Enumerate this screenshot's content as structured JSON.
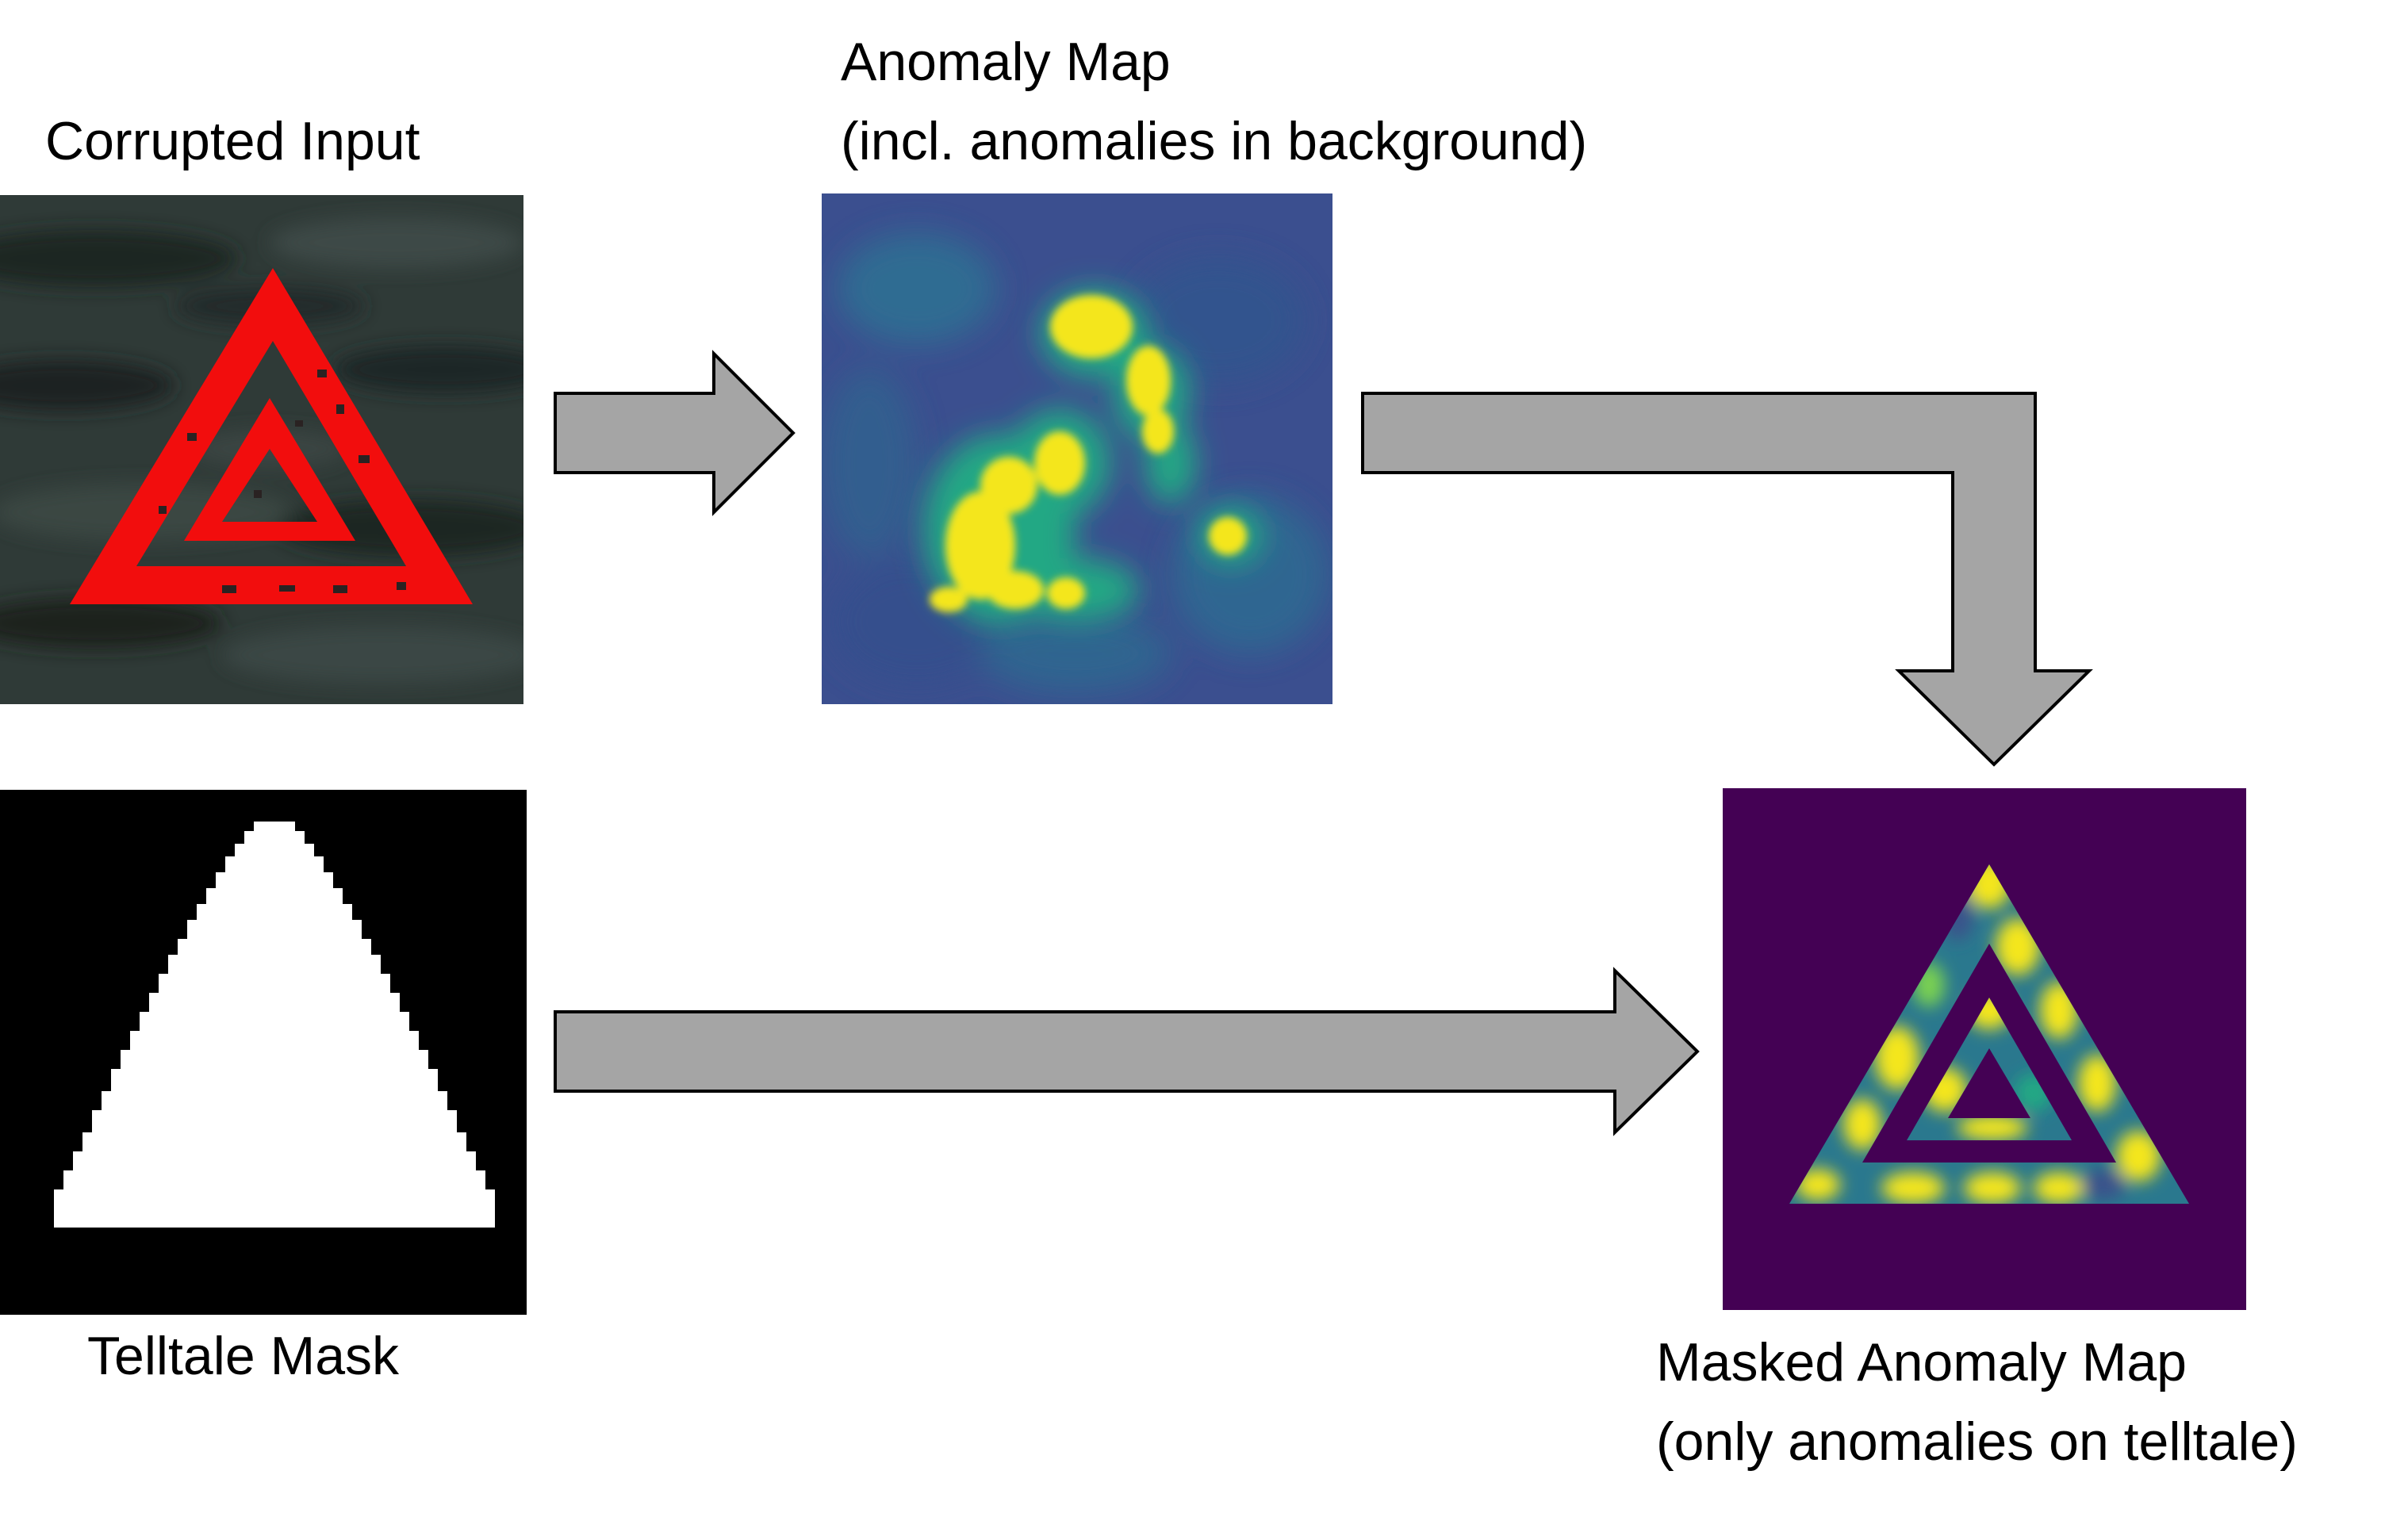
{
  "labels": {
    "corrupted_input": "Corrupted Input",
    "anomaly_map_title": "Anomaly Map",
    "anomaly_map_subtitle": "(incl. anomalies in background)",
    "telltale_mask": "Telltale Mask",
    "masked_map_title": "Masked Anomaly Map",
    "masked_map_subtitle": "(only anomalies on telltale)"
  },
  "panels": [
    {
      "name": "corrupted-input-image",
      "content": "red triangular telltale symbol on dark camouflage background"
    },
    {
      "name": "anomaly-map-image",
      "content": "viridis heatmap with yellow blobs over blue background"
    },
    {
      "name": "telltale-mask-image",
      "content": "white triangle mask on black background"
    },
    {
      "name": "masked-anomaly-map-image",
      "content": "viridis heatmap restricted to triangle telltale on dark purple background"
    }
  ],
  "colors": {
    "arrow_fill": "#a5a5a5",
    "arrow_stroke": "#000000",
    "telltale_red": "#f20d0d",
    "viridis_yellow": "#f4e61e",
    "viridis_blue": "#3b4f8f",
    "viridis_purple": "#440154",
    "mask_white": "#ffffff",
    "mask_black": "#000000"
  }
}
